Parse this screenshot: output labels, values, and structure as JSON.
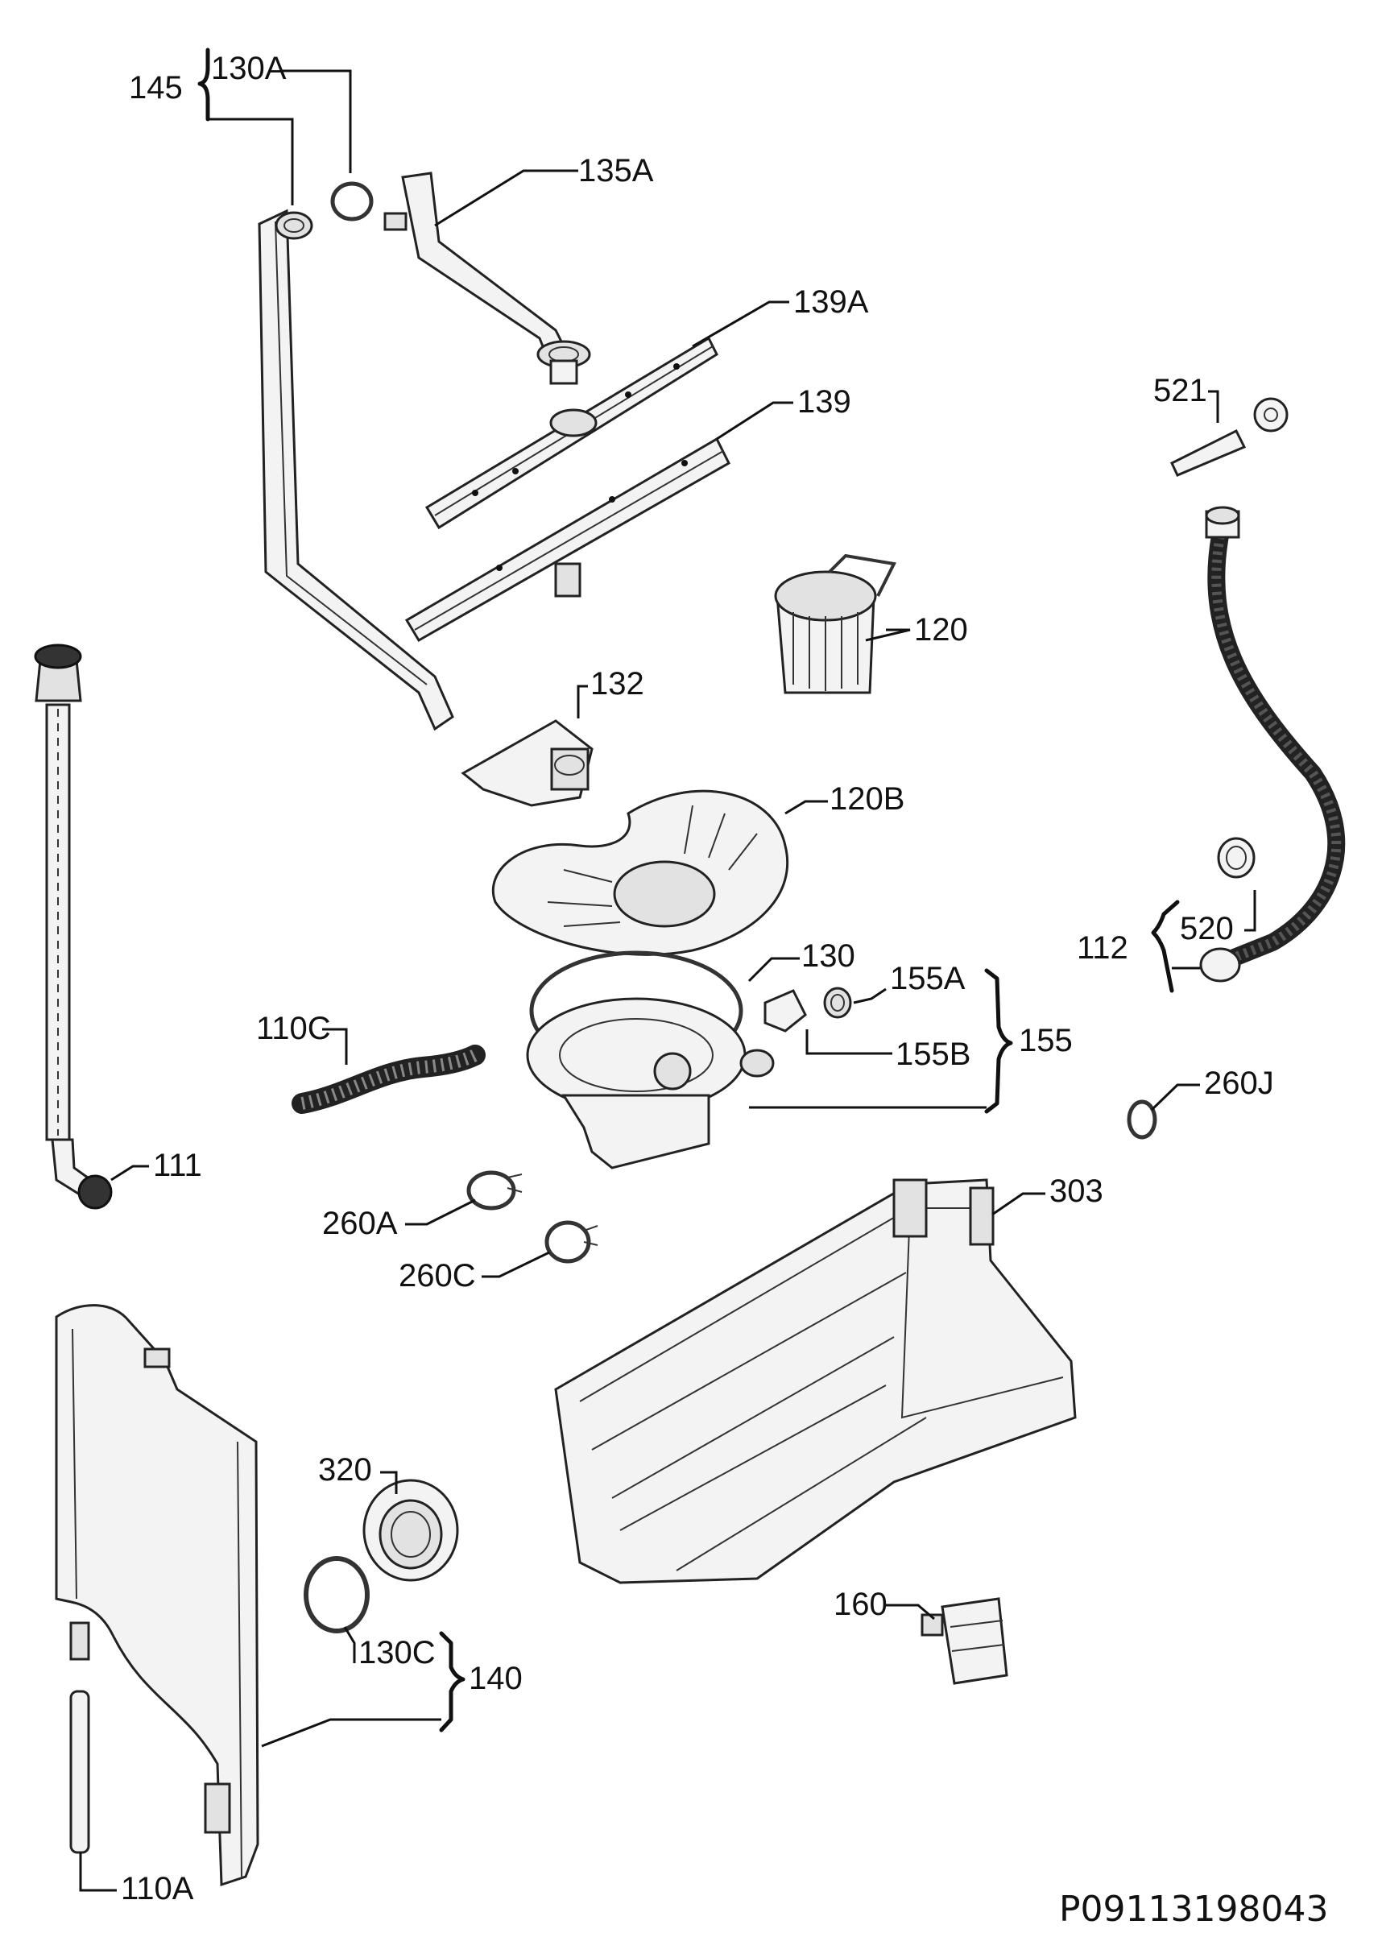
{
  "labels": {
    "l145": "145",
    "l130a": "130A",
    "l135a": "135A",
    "l139a": "139A",
    "l139": "139",
    "l521": "521",
    "l120": "120",
    "l132": "132",
    "l120b": "120B",
    "l112": "112",
    "l520": "520",
    "l130": "130",
    "l155a": "155A",
    "l155": "155",
    "l155b": "155B",
    "l110c": "110C",
    "l111": "111",
    "l260j": "260J",
    "l303": "303",
    "l260a": "260A",
    "l260c": "260C",
    "l320": "320",
    "l130c": "130C",
    "l140": "140",
    "l160": "160",
    "l110a": "110A"
  },
  "drawing_code": "P09113198043"
}
